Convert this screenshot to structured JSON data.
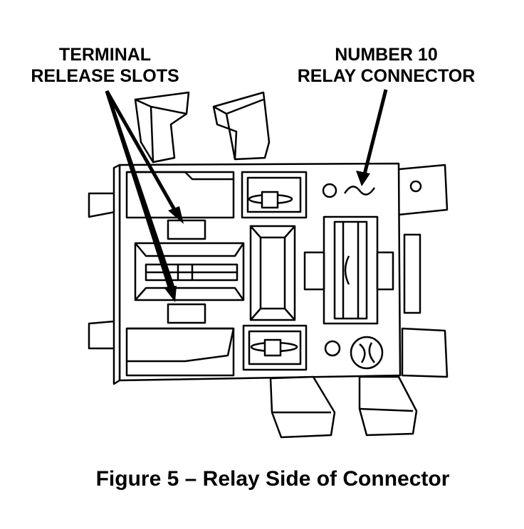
{
  "labels": {
    "terminal_release_slots": [
      "TERMINAL",
      "RELEASE SLOTS"
    ],
    "relay_connector": [
      "NUMBER 10",
      "RELAY CONNECTOR"
    ]
  },
  "caption": "Figure 5 – Relay Side of Connector",
  "colors": {
    "ink": "#000000",
    "paper": "#ffffff",
    "shade": "#d9d9d9"
  }
}
